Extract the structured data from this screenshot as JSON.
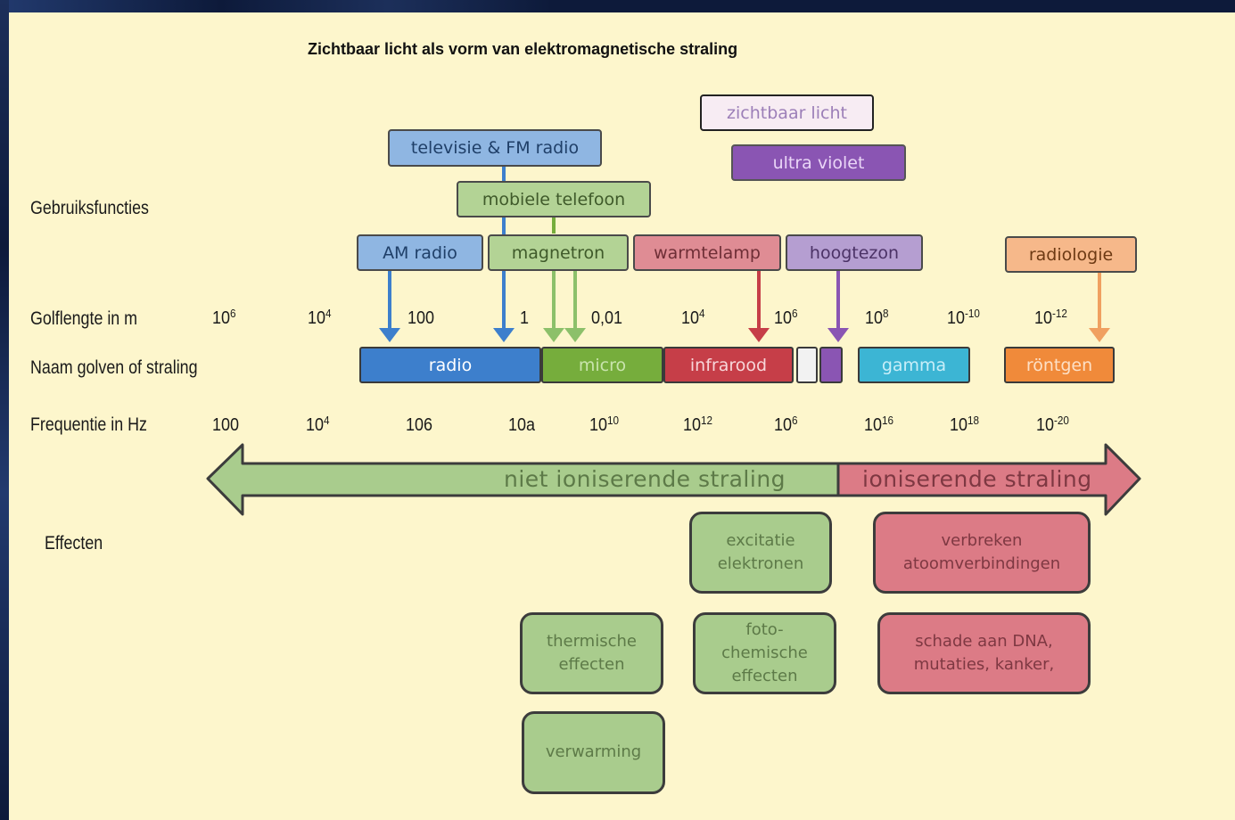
{
  "title": "Zichtbaar licht als vorm van elektromagnetische straling",
  "row_labels": {
    "uses": "Gebruiksfuncties",
    "wavelength": "Golflengte in m",
    "name": "Naam golven of straling",
    "frequency": "Frequentie in Hz",
    "effects": "Effecten"
  },
  "wavelength_ticks": [
    {
      "base": "10",
      "exp": "6"
    },
    {
      "base": "10",
      "exp": "4"
    },
    {
      "base": "100",
      "exp": ""
    },
    {
      "base": "1",
      "exp": ""
    },
    {
      "base": "0,01",
      "exp": ""
    },
    {
      "base": "10",
      "exp": "4"
    },
    {
      "base": "10",
      "exp": "6"
    },
    {
      "base": "10",
      "exp": "8"
    },
    {
      "base": "10",
      "exp": "-10"
    },
    {
      "base": "10",
      "exp": "-12"
    }
  ],
  "frequency_ticks": [
    {
      "base": "100",
      "exp": ""
    },
    {
      "base": "10",
      "exp": "4"
    },
    {
      "base": "106",
      "exp": ""
    },
    {
      "base": "10a",
      "exp": ""
    },
    {
      "base": "10",
      "exp": "10"
    },
    {
      "base": "10",
      "exp": "12"
    },
    {
      "base": "10",
      "exp": "6"
    },
    {
      "base": "10",
      "exp": "16"
    },
    {
      "base": "10",
      "exp": "18"
    },
    {
      "base": "10",
      "exp": "-20"
    }
  ],
  "uses": {
    "zichtbaar": "zichtbaar licht",
    "ultraviolet": "ultra violet",
    "televisie": "televisie & FM radio",
    "mobiel": "mobiele telefoon",
    "am_radio": "AM radio",
    "magnetron": "magnetron",
    "warmtelamp": "warmtelamp",
    "hoogtezon": "hoogtezon",
    "radiologie": "radiologie"
  },
  "bands": {
    "radio": "radio",
    "micro": "micro",
    "infrarood": "infrarood",
    "gamma": "gamma",
    "rontgen": "röntgen"
  },
  "arrow_labels": {
    "non_ionizing": "niet ioniserende straling",
    "ionizing": "ioniserende straling"
  },
  "effects": {
    "excitatie": "excitatie\nelektronen",
    "verbreken": "verbreken\natoomverbindingen",
    "thermische": "thermische\neffecten",
    "fotochemische": "foto-\nchemische\neffecten",
    "schade": "schade aan DNA,\nmutaties, kanker,",
    "verwarming": "verwarming"
  },
  "colors": {
    "radio": "#3d7fcc",
    "micro": "#76ad3c",
    "infrarood": "#c63e48",
    "visible": "#f2f2f2",
    "ultraviolet": "#8a55b3",
    "gamma": "#3cb5d4",
    "rontgen": "#f08a3a",
    "green_arrow": "#a9cc8d",
    "red_arrow": "#dc7b86"
  }
}
